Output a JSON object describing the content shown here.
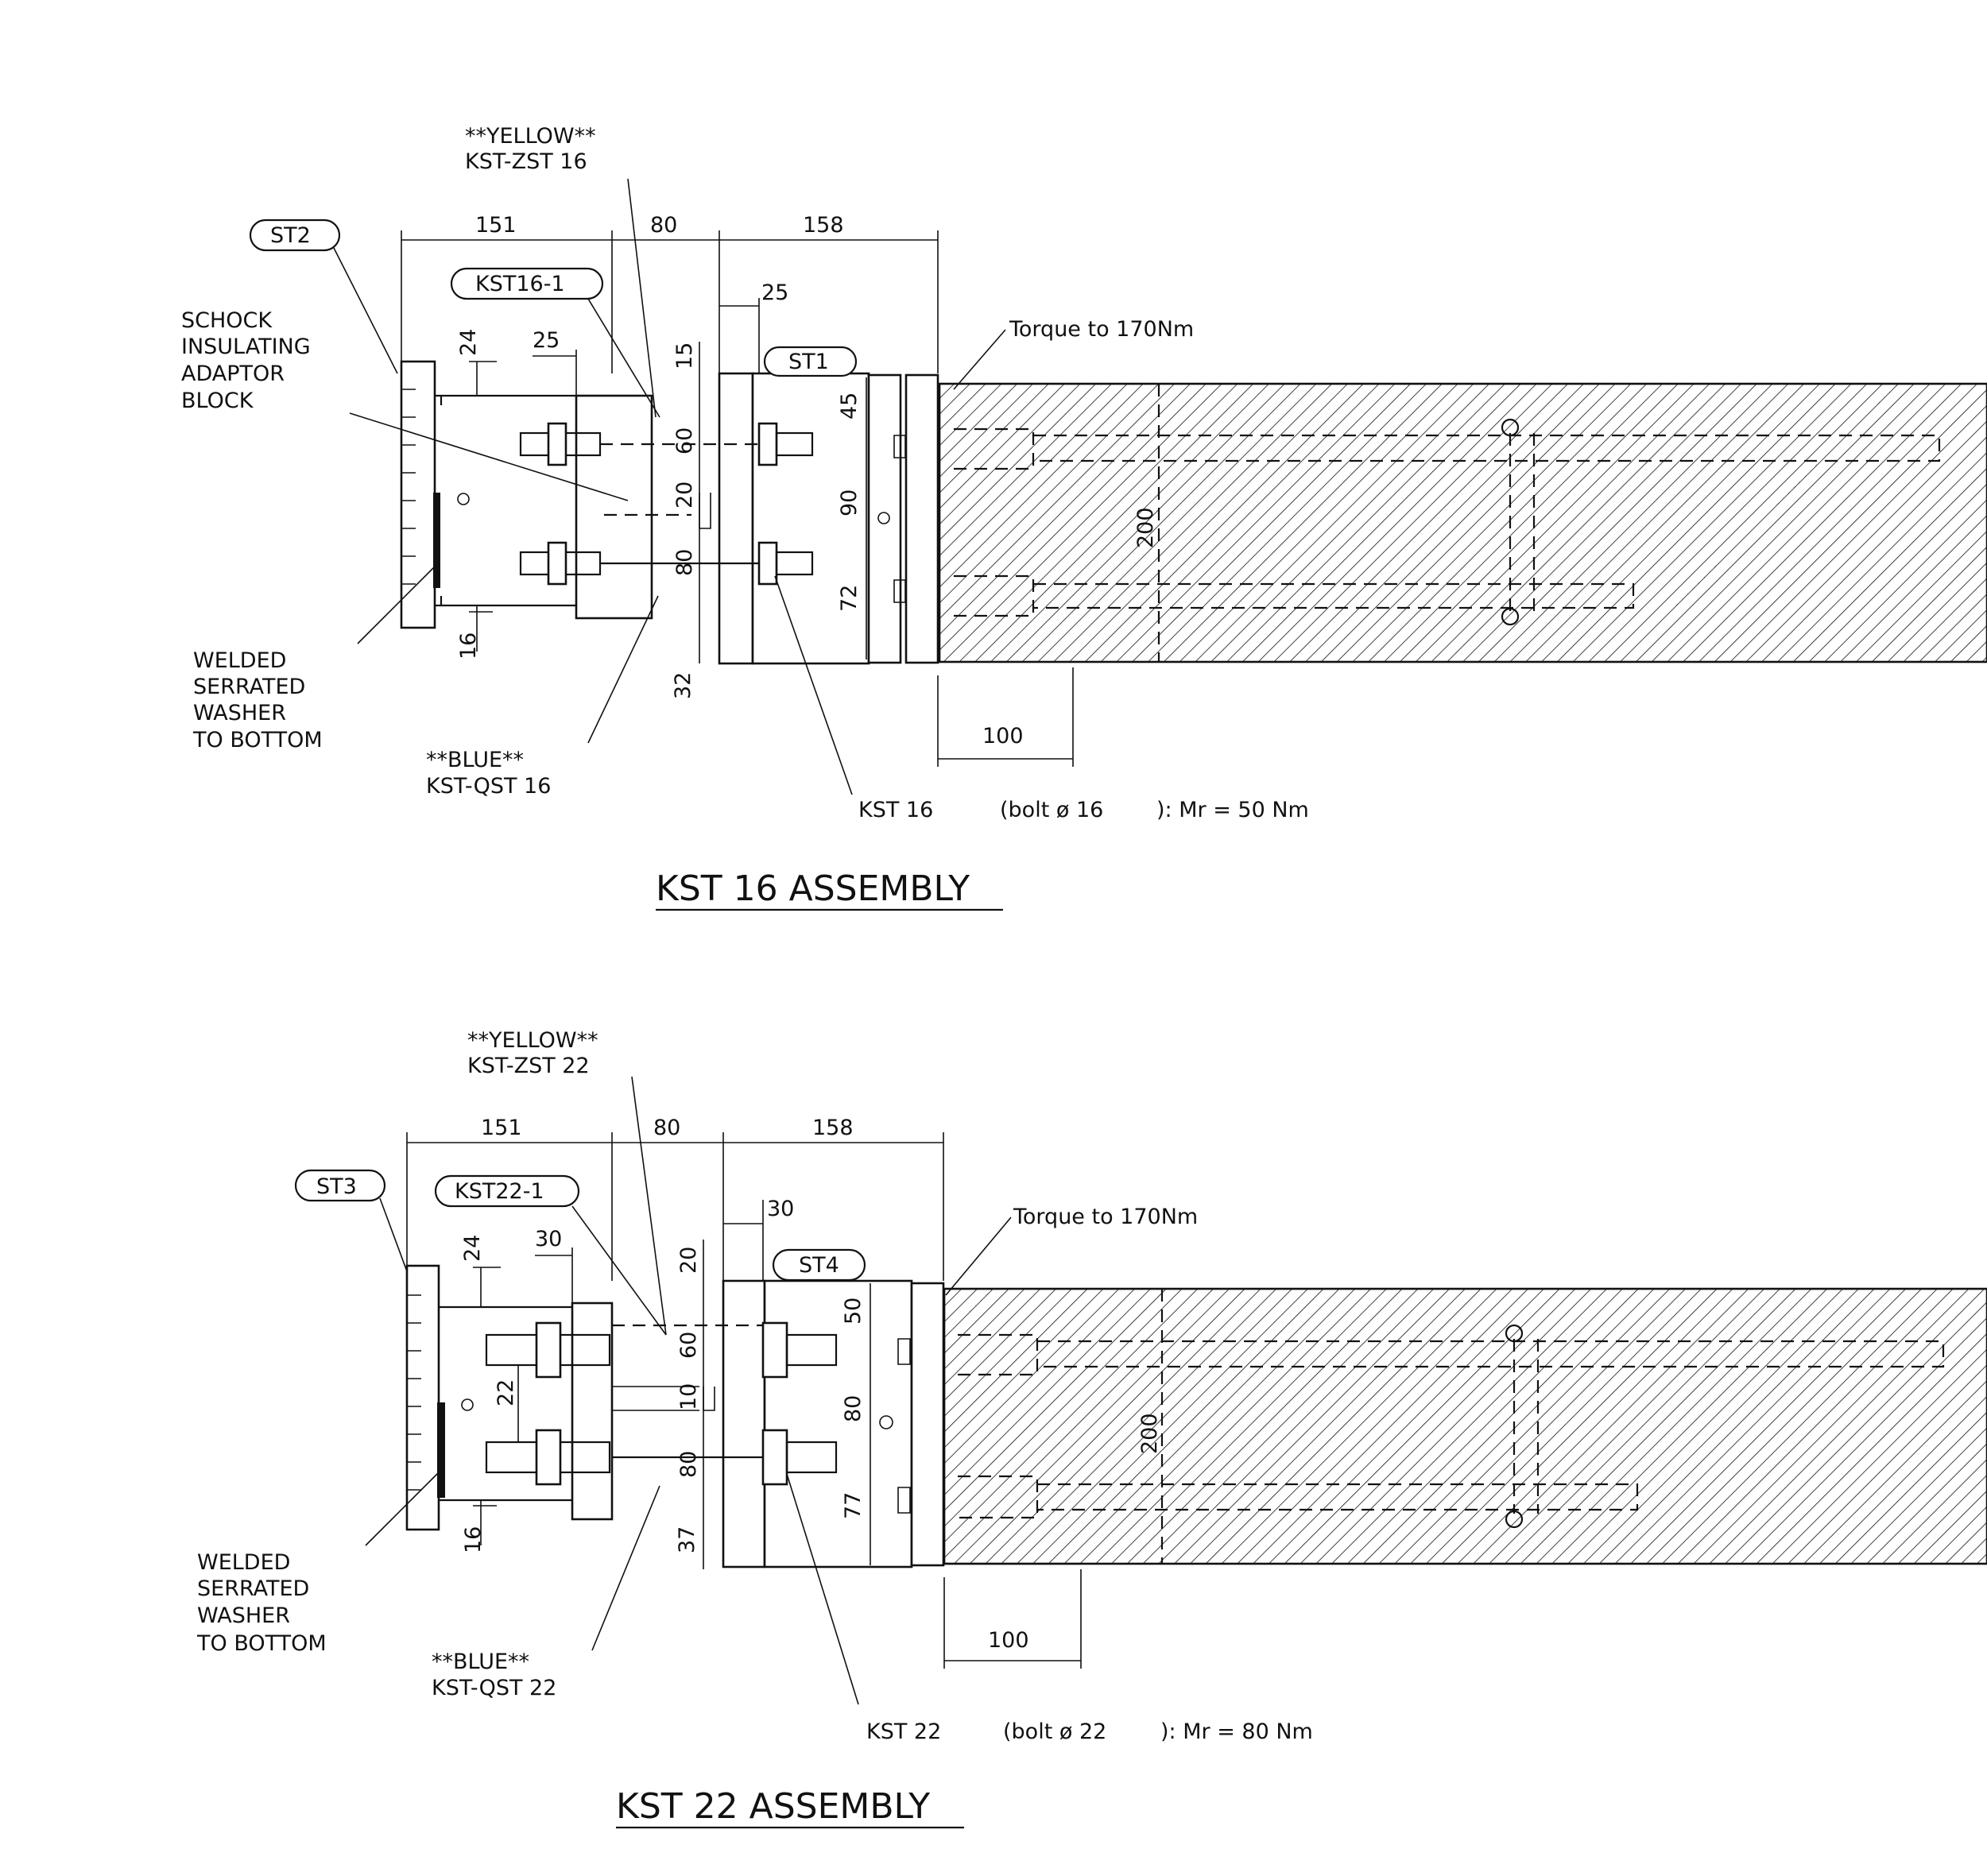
{
  "assemblies": [
    {
      "title": "KST 16 ASSEMBLY",
      "yellow_label": "**YELLOW**",
      "yellow_part": "KST-ZST 16",
      "blue_label": "**BLUE**",
      "blue_part": "KST-QST 16",
      "tag_left": "ST2",
      "tag_mid": "KST16-1",
      "tag_right": "ST1",
      "shock_label": [
        "SCHOCK",
        "INSULATING",
        "ADAPTOR",
        "BLOCK"
      ],
      "washer_label": [
        "WELDED",
        "SERRATED",
        "WASHER",
        "TO BOTTOM"
      ],
      "torque": "Torque to 170Nm",
      "bolt_part": "KST 16",
      "bolt_desc": "(bolt ø 16",
      "moment": "): Mr = 50 Nm",
      "dims": {
        "overall_left": "151",
        "overall_mid": "80",
        "overall_right": "158",
        "offset_a": "25",
        "offset_b": "25",
        "top_gap": "24",
        "vertical_top": "15",
        "v1": "60",
        "v2": "20",
        "v3": "80",
        "right_top": "45",
        "right_mid": "90",
        "right_bottom": "72",
        "bottom_left": "16",
        "bottom_mid": "32",
        "beam_depth": "200",
        "beam_len": "100"
      }
    },
    {
      "title": "KST 22 ASSEMBLY",
      "yellow_label": "**YELLOW**",
      "yellow_part": "KST-ZST 22",
      "blue_label": "**BLUE**",
      "blue_part": "KST-QST 22",
      "tag_left": "ST3",
      "tag_mid": "KST22-1",
      "tag_right": "ST4",
      "shock_label": [],
      "washer_label": [
        "WELDED",
        "SERRATED",
        "WASHER",
        "TO BOTTOM"
      ],
      "torque": "Torque to 170Nm",
      "bolt_part": "KST 22",
      "bolt_desc": "(bolt ø 22",
      "moment": "): Mr = 80   Nm",
      "dims": {
        "overall_left": "151",
        "overall_mid": "80",
        "overall_right": "158",
        "offset_a": "30",
        "offset_b": "30",
        "top_gap": "24",
        "vertical_top": "20",
        "v1": "60",
        "v2": "10",
        "v3": "80",
        "right_top": "50",
        "right_mid": "80",
        "right_bottom": "77",
        "bottom_left": "16",
        "bottom_mid": "37",
        "left_inner": "22",
        "beam_depth": "200",
        "beam_len": "100"
      }
    }
  ]
}
